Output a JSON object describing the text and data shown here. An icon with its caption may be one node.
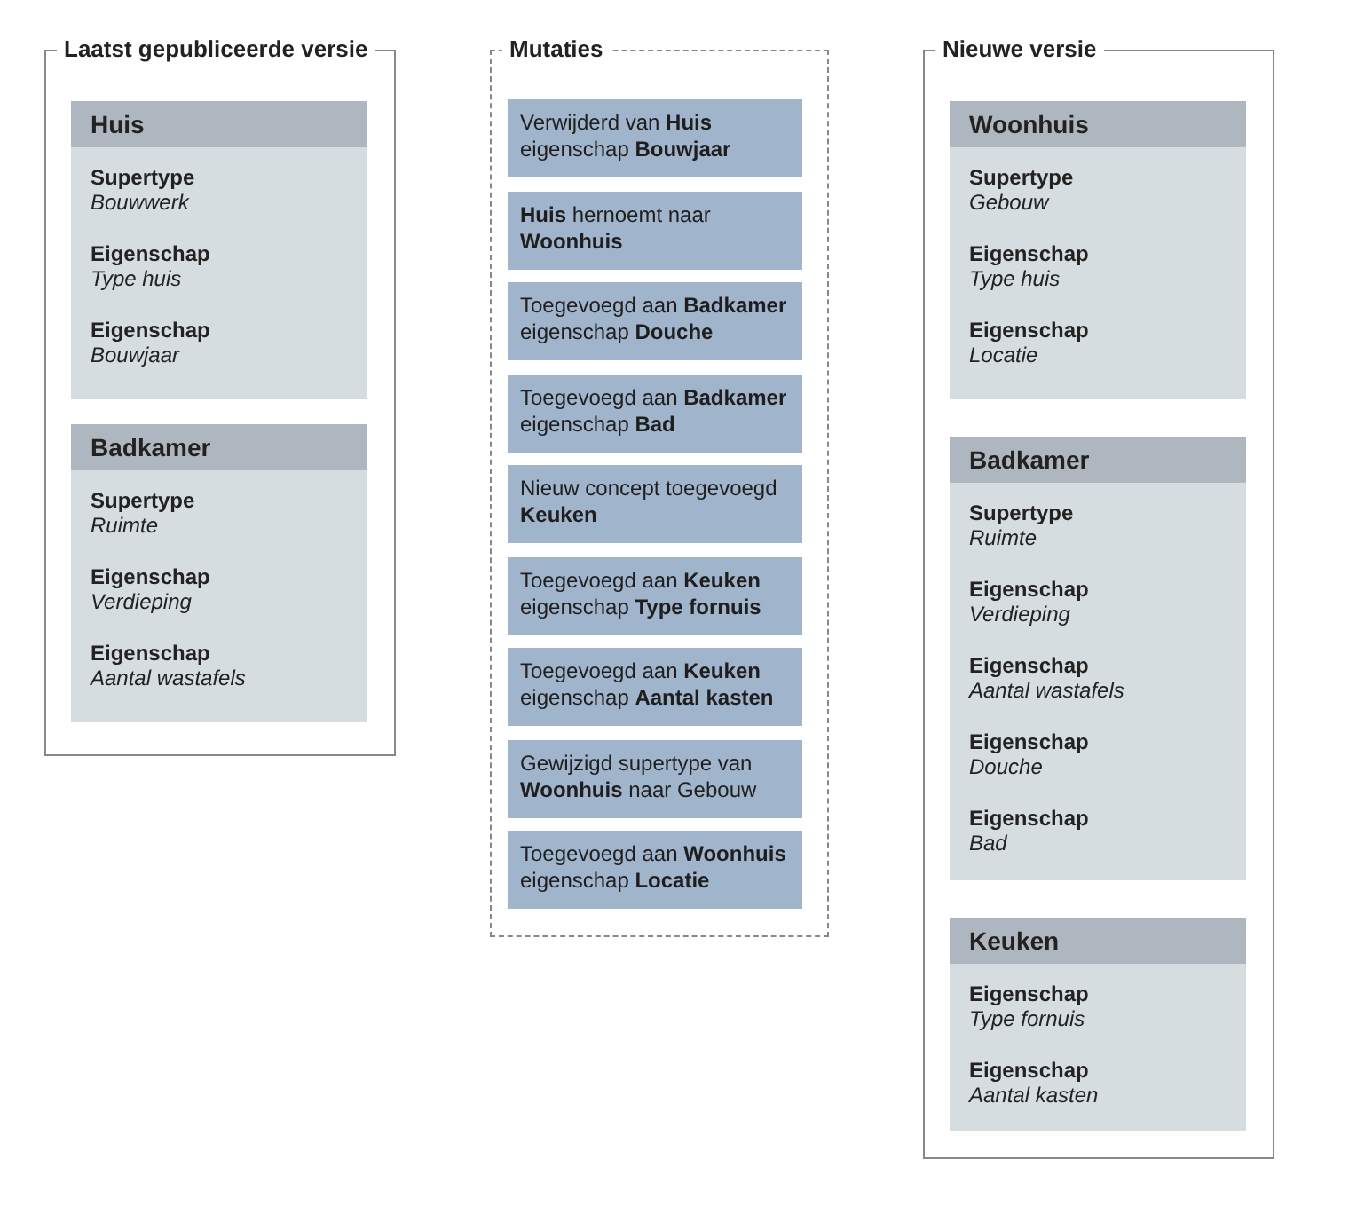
{
  "diagram": {
    "nodes": [
      {
        "text": [
          "Laatst gepubliceerde versie"
        ]
      },
      {
        "text": [
          "Huis",
          "Supertype",
          "Bouwwerk",
          "Eigenschap",
          "Type huis",
          "Eigenschap",
          "Bouwjaar"
        ],
        "in": 0
      },
      {
        "text": [
          "Badkamer",
          "Supertype",
          "Ruimte",
          "Eigenschap",
          "Verdieping",
          "Eigenschap",
          "Aantal wastafels"
        ],
        "in": 0
      },
      {
        "text": [
          "Mutaties"
        ]
      },
      {
        "text": [
          "Verwijderd van **Huis** eigenschap **Bouwjaar**"
        ],
        "in": 3
      },
      {
        "text": [
          "**Huis** hernoemt naar **Woonhuis**"
        ],
        "in": 3
      },
      {
        "text": [
          "Toegevoegd aan **Badkamer** eigenschap **Douche**"
        ],
        "in": 3
      },
      {
        "text": [
          "Toegevoegd aan **Badkamer** eigenschap **Bad**"
        ],
        "in": 3
      },
      {
        "text": [
          "Nieuw concept toegevoegd **Keuken**"
        ],
        "in": 3
      },
      {
        "text": [
          "Toegevoegd aan **Keuken** eigenschap **Type fornuis**"
        ],
        "in": 3
      },
      {
        "text": [
          "Toegevoegd aan **Keuken** eigenschap **Aantal kasten**"
        ],
        "in": 3
      },
      {
        "text": [
          "Gewijzigd supertype van **Woonhuis** naar Gebouw"
        ],
        "in": 3
      },
      {
        "text": [
          "Toegevoegd aan **Woonhuis** eigenschap **Locatie**"
        ],
        "in": 3
      },
      {
        "text": [
          "Nieuwe versie"
        ]
      },
      {
        "text": [
          "Woonhuis",
          "Supertype",
          "Gebouw",
          "Eigenschap",
          "Type huis",
          "Eigenschap",
          "Locatie"
        ],
        "in": 13
      },
      {
        "text": [
          "Badkamer",
          "Supertype",
          "Ruimte",
          "Eigenschap",
          "Verdieping",
          "Eigenschap",
          "Aantal wastafels",
          "Eigenschap",
          "Douche",
          "Eigenschap",
          "Bad"
        ],
        "in": 13
      },
      {
        "text": [
          "Keuken",
          "Eigenschap",
          "Type fornuis",
          "Eigenschap",
          "Aantal kasten"
        ],
        "in": 13
      }
    ],
    "edges": []
  }
}
